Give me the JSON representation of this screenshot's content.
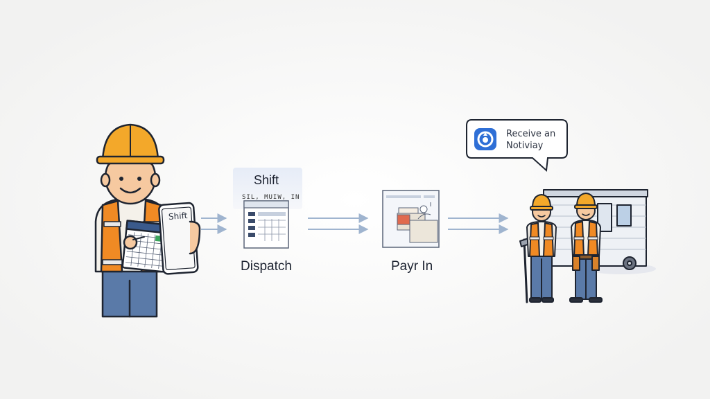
{
  "steps": {
    "shift_card_title": "Shift",
    "dispatch_label": "Dispatch",
    "pay_label": "Payr In",
    "phone_text": "Shift",
    "screen_garble": "SIL, MUIW, IN"
  },
  "notification": {
    "text": "Receive an Notiviay"
  },
  "colors": {
    "helmet": "#f3a82a",
    "vest": "#f08a24",
    "reflective": "#e9e9e9",
    "jeans": "#5a7aa8",
    "accent_blue": "#2f6fd6",
    "arrow": "#9fb4cf",
    "outline": "#1e2430"
  }
}
